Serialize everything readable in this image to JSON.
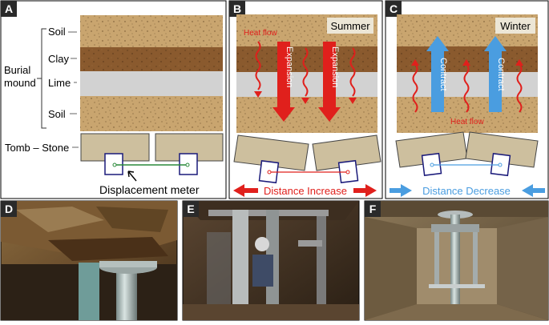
{
  "panels": {
    "a": {
      "letter": "A"
    },
    "b": {
      "letter": "B",
      "season": "Summer",
      "heat_flow": "Heat flow",
      "arrow_label": "Expansion",
      "distance": "Distance Increase"
    },
    "c": {
      "letter": "C",
      "season": "Winter",
      "heat_flow": "Heat flow",
      "arrow_label": "Contract",
      "distance": "Distance Decrease"
    },
    "d": {
      "letter": "D"
    },
    "e": {
      "letter": "E"
    },
    "f": {
      "letter": "F"
    }
  },
  "layers": {
    "soil_top": "Soil",
    "clay": "Clay",
    "lime": "Lime",
    "soil_bottom": "Soil",
    "group_line1": "Burial",
    "group_line2": "mound",
    "tomb_stone": "Tomb – Stone"
  },
  "meter_label": "Displacement meter",
  "colors": {
    "soil": "#c9a56f",
    "clay": "#8a5a2e",
    "lime": "#d2d2d2",
    "stone": "#cdbf9e",
    "heat": "#e0201c",
    "cold": "#4a9de0",
    "letter_bg": "#2a2a2a"
  }
}
